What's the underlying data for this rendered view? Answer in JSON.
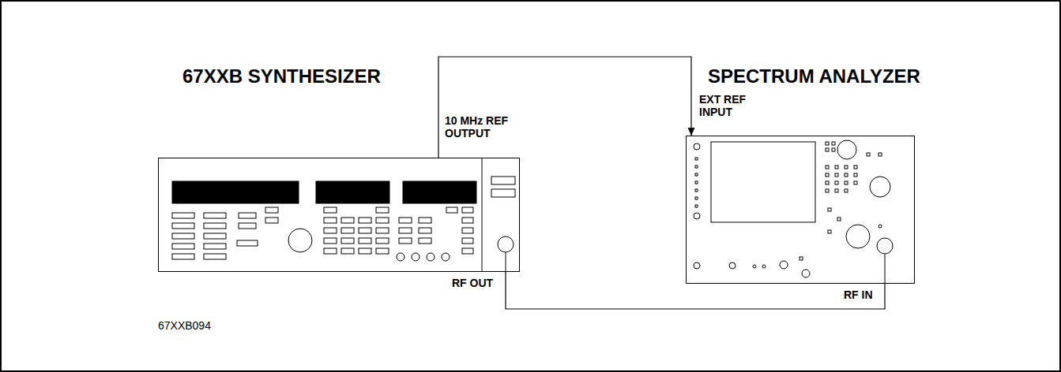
{
  "diagram": {
    "nodes": [
      {
        "text": [
          "67XXB SYNTHESIZER"
        ]
      },
      {
        "text": [
          "SPECTRUM ANALYZER"
        ]
      }
    ],
    "edges": [
      {
        "from": 0,
        "to": 1,
        "arrow": "to"
      },
      {
        "from": 0,
        "to": 1,
        "arrow": "none"
      }
    ],
    "labels": [
      "10 MHz REF OUTPUT",
      "EXT REF INPUT",
      "RF OUT",
      "RF IN",
      "67XXB094"
    ]
  }
}
